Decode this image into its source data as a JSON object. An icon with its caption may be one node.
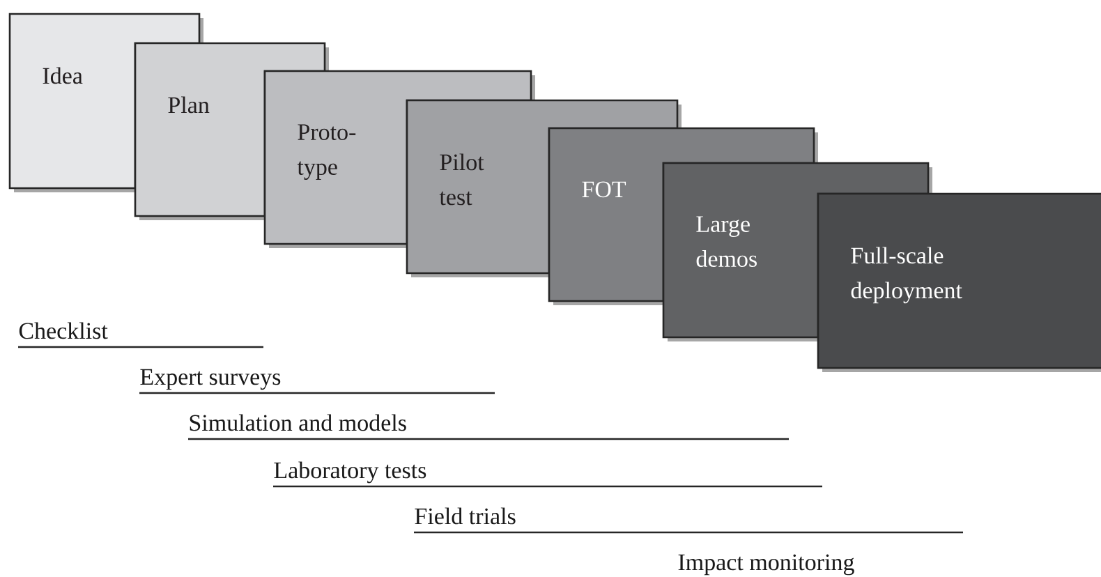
{
  "diagram": {
    "nodes": [
      {
        "text": [
          "Idea"
        ]
      },
      {
        "text": [
          "Plan"
        ]
      },
      {
        "text": [
          "Proto- type"
        ]
      },
      {
        "text": [
          "Pilot test"
        ]
      },
      {
        "text": [
          "FOT"
        ]
      },
      {
        "text": [
          "Large demos"
        ]
      },
      {
        "text": [
          "Full-scale deployment"
        ]
      }
    ],
    "labels": [
      "Checklist",
      "Expert surveys",
      "Simulation and models",
      "Laboratory tests",
      "Field trials",
      "Impact monitoring"
    ]
  }
}
